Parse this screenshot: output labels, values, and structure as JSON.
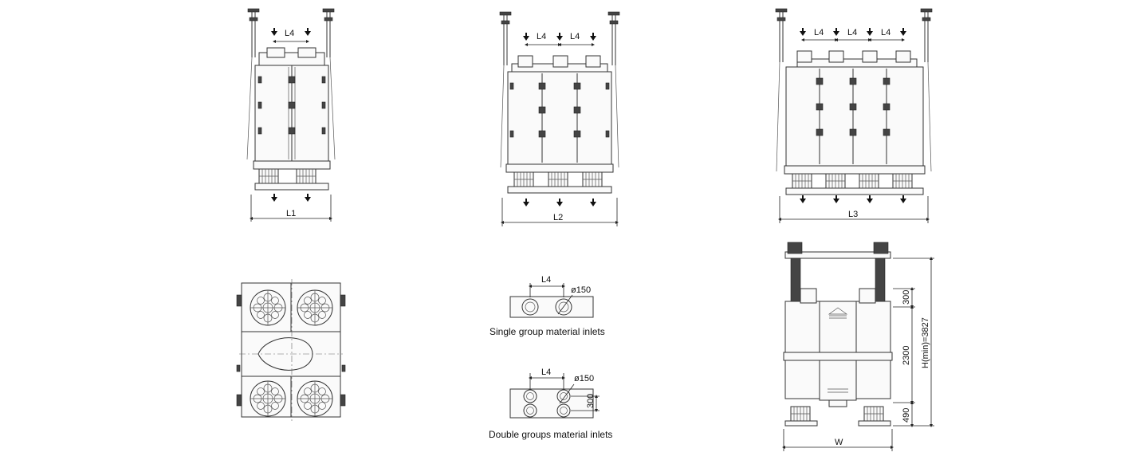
{
  "views": {
    "machine_2_inlets": {
      "l4": "L4",
      "length": "L1"
    },
    "machine_3_inlets": {
      "l4a": "L4",
      "l4b": "L4",
      "length": "L2"
    },
    "machine_4_inlets": {
      "l4a": "L4",
      "l4b": "L4",
      "l4c": "L4",
      "length": "L3"
    },
    "single_inlets": {
      "l4": "L4",
      "diameter": "ø150",
      "caption": "Single group material inlets"
    },
    "double_inlets": {
      "l4": "L4",
      "diameter": "ø150",
      "pitch": "300",
      "caption": "Double groups material inlets"
    },
    "side_view": {
      "d300": "300",
      "d2300": "2300",
      "d490": "490",
      "height": "H(min)=3827",
      "width": "W"
    }
  }
}
